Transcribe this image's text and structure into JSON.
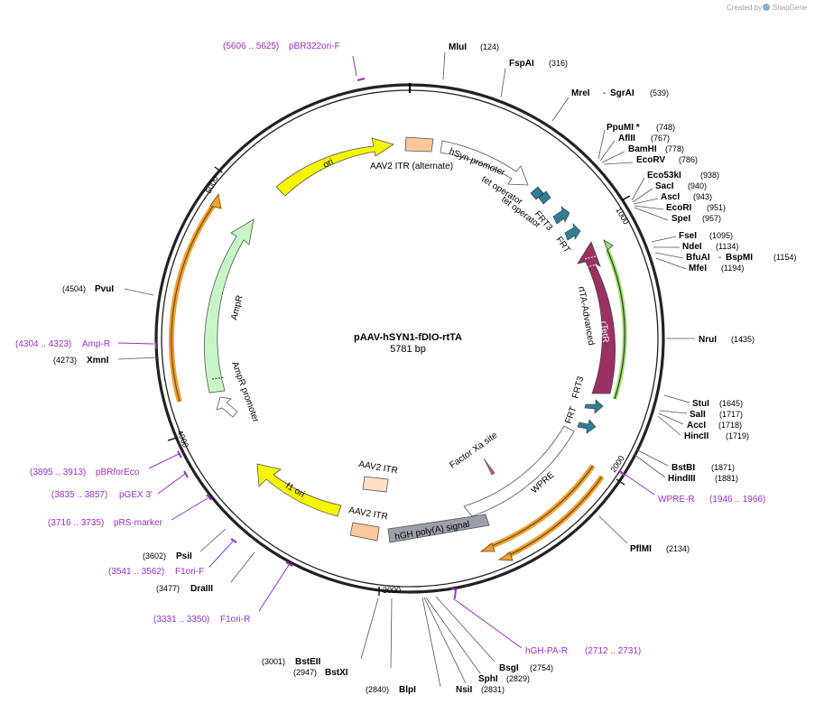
{
  "branding": {
    "created_by": "Created by",
    "app": "SnapGene"
  },
  "plasmid": {
    "name": "pAAV-hSYN1-fDIO-rtTA",
    "size": "5781 bp"
  },
  "ticks": [
    "1000",
    "2000",
    "3000",
    "4000",
    "5000"
  ],
  "sites": [
    {
      "name": "MluI",
      "pos": "(124)"
    },
    {
      "name": "FspAI",
      "pos": "(316)"
    },
    {
      "name": "MreI",
      "name2": "SgrAI",
      "pos": "(539)"
    },
    {
      "name": "PpuMI *",
      "pos": "(748)"
    },
    {
      "name": "AflII",
      "pos": "(767)"
    },
    {
      "name": "BamHI",
      "pos": "(778)"
    },
    {
      "name": "EcoRV",
      "pos": "(786)"
    },
    {
      "name": "Eco53kI",
      "pos": "(938)"
    },
    {
      "name": "SacI",
      "pos": "(940)"
    },
    {
      "name": "AscI",
      "pos": "(943)"
    },
    {
      "name": "EcoRI",
      "pos": "(951)"
    },
    {
      "name": "SpeI",
      "pos": "(957)"
    },
    {
      "name": "FseI",
      "pos": "(1095)"
    },
    {
      "name": "NdeI",
      "pos": "(1134)"
    },
    {
      "name": "BfuAI",
      "name2": "BspMI",
      "pos": "(1154)"
    },
    {
      "name": "MfeI",
      "pos": "(1194)"
    },
    {
      "name": "NruI",
      "pos": "(1435)"
    },
    {
      "name": "StuI",
      "pos": "(1645)"
    },
    {
      "name": "SalI",
      "pos": "(1717)"
    },
    {
      "name": "AccI",
      "pos": "(1718)"
    },
    {
      "name": "HincII",
      "pos": "(1719)"
    },
    {
      "name": "BstBI",
      "pos": "(1871)"
    },
    {
      "name": "HindIII",
      "pos": "(1881)"
    },
    {
      "name": "PflMI",
      "pos": "(2134)"
    },
    {
      "name": "BsgI",
      "pos": "(2754)"
    },
    {
      "name": "SphI",
      "pos": "(2829)"
    },
    {
      "name": "NsiI",
      "pos": "(2831)"
    },
    {
      "name": "BlpI",
      "pos": "(2840)"
    },
    {
      "name": "BstXI",
      "pos": "(2947)"
    },
    {
      "name": "BstEII",
      "pos": "(3001)"
    },
    {
      "name": "DraIII",
      "pos": "(3477)"
    },
    {
      "name": "PsiI",
      "pos": "(3602)"
    },
    {
      "name": "XmnI",
      "pos": "(4273)"
    },
    {
      "name": "PvuI",
      "pos": "(4504)"
    }
  ],
  "primers": [
    {
      "name": "pBR322ori-F",
      "pos": "(5606 .. 5625)"
    },
    {
      "name": "Amp-R",
      "pos": "(4304 .. 4323)"
    },
    {
      "name": "pBRforEco",
      "pos": "(3895 .. 3913)"
    },
    {
      "name": "pGEX 3'",
      "pos": "(3835 .. 3857)"
    },
    {
      "name": "pRS-marker",
      "pos": "(3716 .. 3735)"
    },
    {
      "name": "F1ori-F",
      "pos": "(3541 .. 3562)"
    },
    {
      "name": "F1ori-R",
      "pos": "(3331 .. 3350)"
    },
    {
      "name": "WPRE-R",
      "pos": "(1946 .. 1966)"
    },
    {
      "name": "hGH-PA-R",
      "pos": "(2712 .. 2731)"
    }
  ],
  "features": {
    "ori": "ori",
    "aav2_itr_alt": "AAV2 ITR (alternate)",
    "hsyn": "hSyn promoter",
    "tet_op1": "tet operator",
    "tet_op2": "tet operator",
    "frt3_top": "FRT3",
    "frt_top": "FRT",
    "rtta_adv": "rtTA-Advanced",
    "rtetr": "rTetR",
    "frt3_bottom": "FRT3",
    "frt_bottom": "FRT",
    "factor_xa": "Factor Xa site",
    "wpre": "WPRE",
    "hgh": "hGH poly(A) signal",
    "aav2_itr_1": "AAV2 ITR",
    "aav2_itr_2": "AAV2 ITR",
    "f1ori": "f1 ori",
    "ampr": "AmpR",
    "ampr_promoter": "AmpR promoter"
  },
  "colors": {
    "ori": "#f5f500",
    "f1ori": "#f5f500",
    "itr": "#fcc79a",
    "rtta": "#9c2f63",
    "frt": "#2e7e96",
    "ampr": "#c8f5c8",
    "hgh": "#9aa0a8",
    "primer": "#9a2fc3",
    "orange_arrow": "#f0a030",
    "green_arrow": "#9ee070"
  }
}
